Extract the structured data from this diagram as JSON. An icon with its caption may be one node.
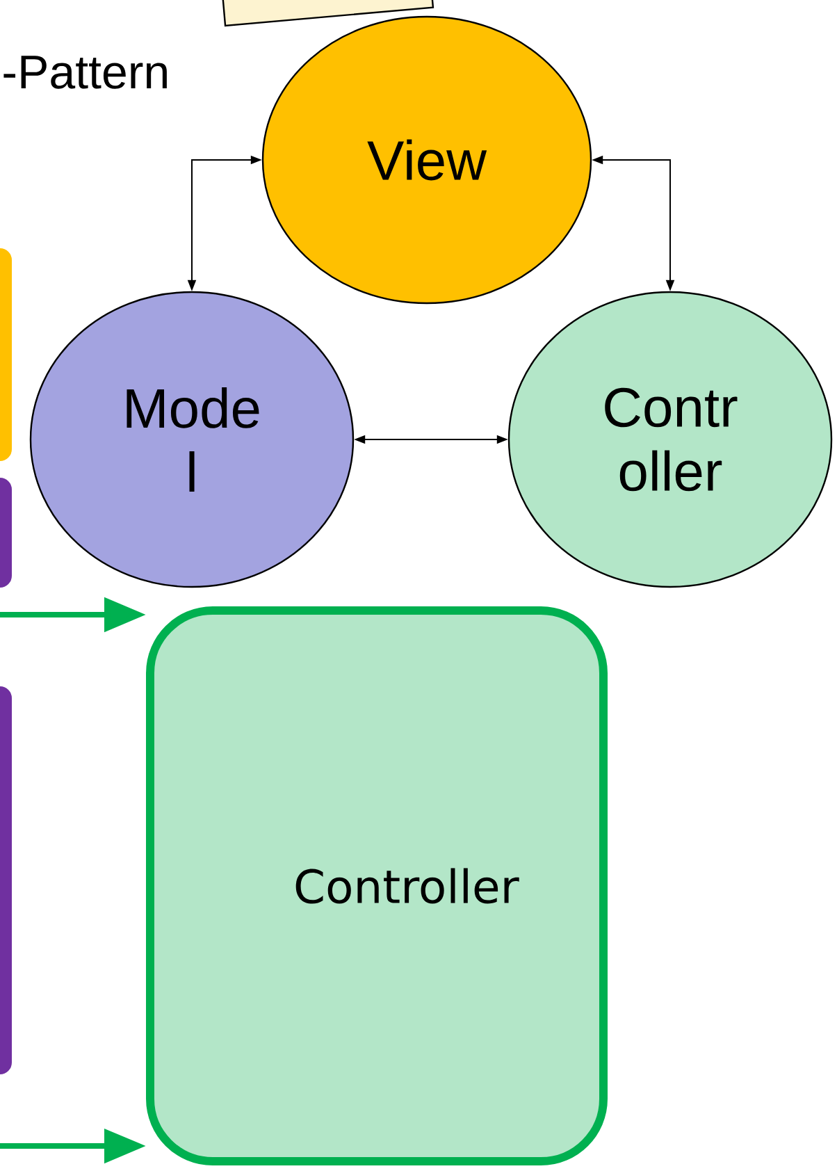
{
  "diagram": {
    "nodes": [
      {
        "text": [],
        "shape": "box"
      },
      {
        "text": [
          "View"
        ]
      },
      {
        "text": [],
        "shape": "box"
      },
      {
        "text": [
          "Mode l"
        ]
      },
      {
        "text": [
          "Contr oller"
        ]
      },
      {
        "text": [],
        "shape": "box"
      },
      {
        "text": [],
        "shape": "box"
      },
      {
        "text": [
          "Controller"
        ]
      }
    ],
    "edges": [
      {
        "from": 1,
        "to": 3,
        "arrow": "both"
      },
      {
        "from": 1,
        "to": 4,
        "arrow": "both"
      },
      {
        "from": 3,
        "to": 4,
        "arrow": "both"
      },
      {
        "from": null,
        "to": 7,
        "arrow": "to",
        "color": "#00b050",
        "style": "thick"
      },
      {
        "from": null,
        "to": 7,
        "arrow": "to",
        "color": "#00b050",
        "style": "thick"
      }
    ],
    "labels": [
      "-Pattern"
    ]
  }
}
